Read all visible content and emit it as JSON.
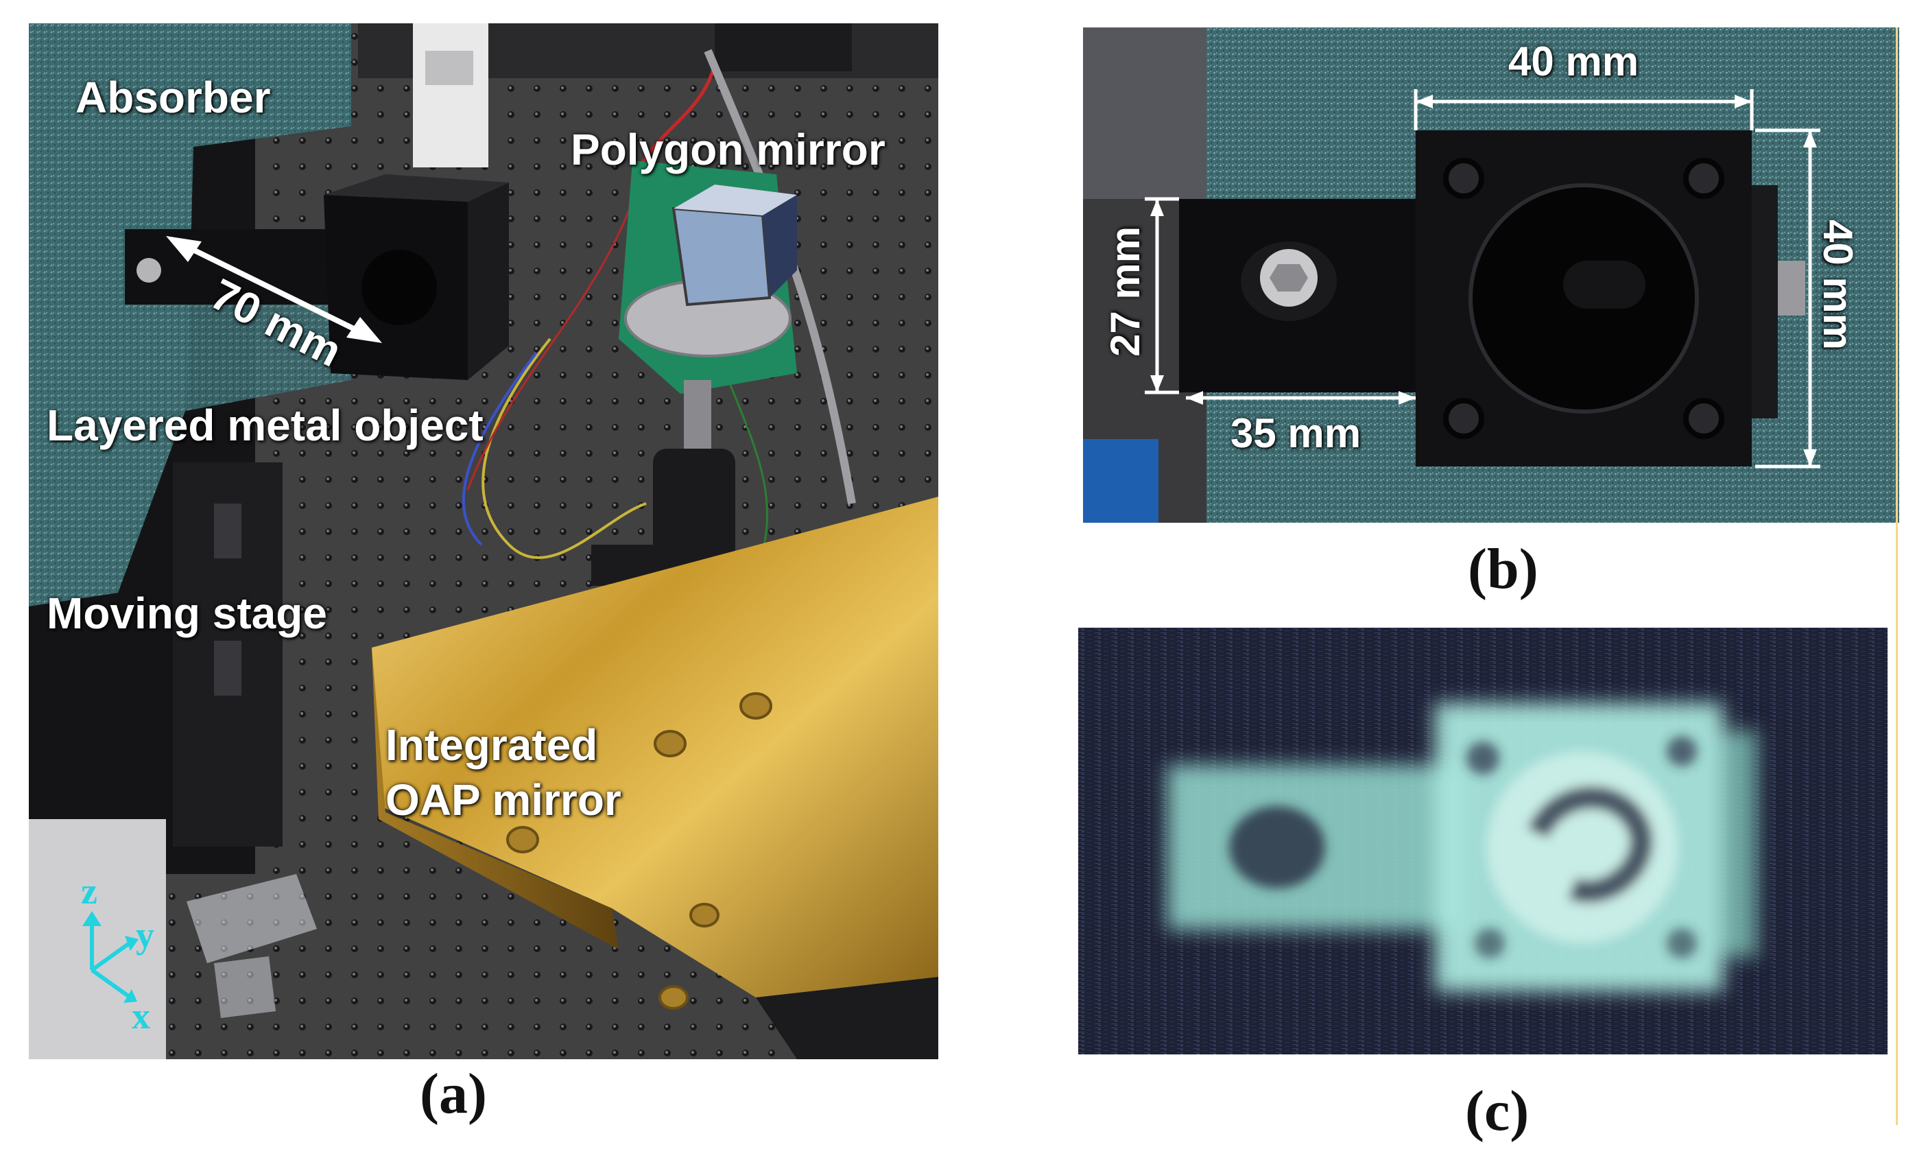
{
  "panel_a": {
    "caption": "(a)",
    "labels": {
      "absorber": "Absorber",
      "polygon_mirror": "Polygon mirror",
      "dimension": "70 mm",
      "layered_object": "Layered metal object",
      "moving_stage": "Moving stage",
      "oap_line1": "Integrated",
      "oap_line2": "OAP mirror"
    },
    "axes": {
      "z": "z",
      "y": "y",
      "x": "x"
    }
  },
  "panel_b": {
    "caption": "(b)",
    "dimensions": {
      "top_width": "40 mm",
      "right_height": "40 mm",
      "left_height": "27 mm",
      "bottom_width": "35 mm"
    }
  },
  "panel_c": {
    "caption": "(c)"
  },
  "colors": {
    "axis_arrows": "#22d3e0",
    "absorber_foam": "#3e6b6e",
    "gold_mirror": "#c9a33a",
    "thz_image": "#9fe0d6",
    "thz_background": "#1e2236"
  }
}
